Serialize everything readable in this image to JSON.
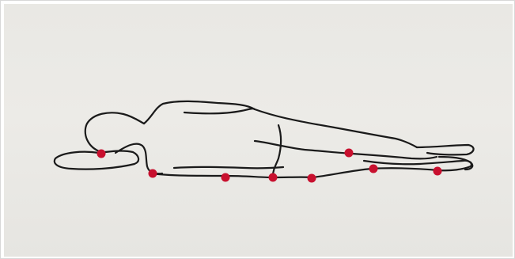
{
  "figure": {
    "subject": "side-lying-body-outline",
    "colors": {
      "outline": "#1a1a1a",
      "marker": "#c8102e",
      "paper": "#e9e8e4"
    },
    "pressure_points": [
      {
        "id": "ear"
      },
      {
        "id": "shoulder"
      },
      {
        "id": "ribs"
      },
      {
        "id": "hip"
      },
      {
        "id": "thigh"
      },
      {
        "id": "medial-knee"
      },
      {
        "id": "lateral-knee"
      },
      {
        "id": "ankle"
      }
    ]
  }
}
